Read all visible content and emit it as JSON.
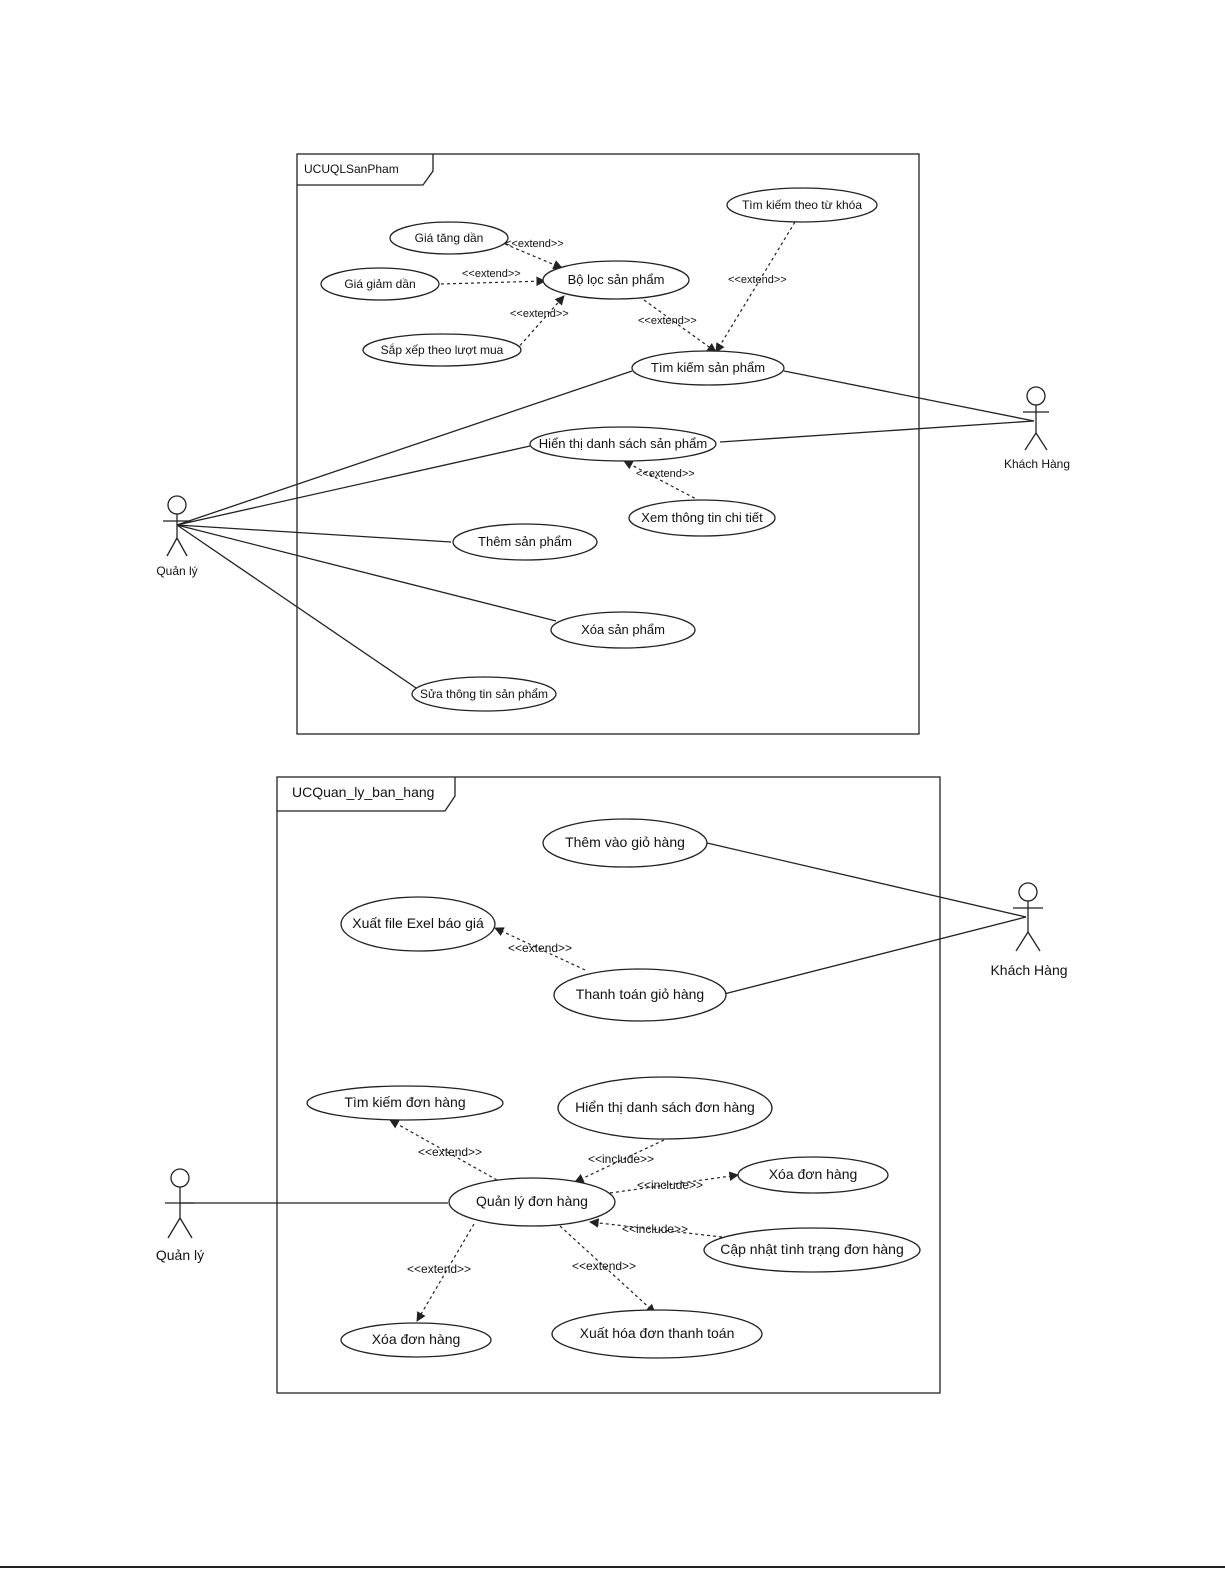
{
  "diagram1": {
    "title": "UCUQLSanPham",
    "actors": {
      "manager": "Quản lý",
      "customer": "Khách Hàng"
    },
    "usecases": {
      "tang": "Giá tăng dần",
      "giam": "Giá giảm dần",
      "luotmua": "Sắp xếp theo lượt mua",
      "boloc": "Bộ lọc sản phẩm",
      "tukhoa": "Tìm kiếm theo từ khóa",
      "timkiem": "Tìm kiếm sản phẩm",
      "hienthi": "Hiển thị danh sách sản phẩm",
      "chitiet": "Xem thông tin chi tiết",
      "them": "Thêm sản phẩm",
      "xoa": "Xóa sản phẩm",
      "sua": "Sửa thông tin sản phẩm"
    },
    "relations": {
      "tang_boloc": "<<extend>>",
      "giam_boloc": "<<extend>>",
      "luotmua_boloc": "<<extend>>",
      "boloc_timkiem": "<<extend>>",
      "tukhoa_timkiem": "<<extend>>",
      "chitiet_hienthi": "<<extend>>"
    }
  },
  "diagram2": {
    "title": "UCQuan_ly_ban_hang",
    "actors": {
      "customer": "Khách Hàng",
      "manager": "Quản lý"
    },
    "usecases": {
      "themgio": "Thêm vào giỏ hàng",
      "excel": "Xuất file Exel báo giá",
      "thanhtoan": "Thanh toán giỏ hàng",
      "timdon": "Tìm kiếm đơn hàng",
      "dsdon": "Hiển thị danh sách đơn hàng",
      "quanly": "Quản lý đơn hàng",
      "xoadon1": "Xóa đơn hàng",
      "capnhat": "Cập nhật tình trạng đơn hàng",
      "xoadon2": "Xóa đơn hàng",
      "hoadon": "Xuất hóa đơn thanh toán"
    },
    "relations": {
      "thanhtoan_excel": "<<extend>>",
      "quanly_timdon": "<<extend>>",
      "dsdon_quanly": "<<include>>",
      "quanly_xoadon1": "<<include>>",
      "capnhat_quanly": "<<include>>",
      "quanly_xoadon2": "<<extend>>",
      "quanly_hoadon": "<<extend>>"
    }
  }
}
